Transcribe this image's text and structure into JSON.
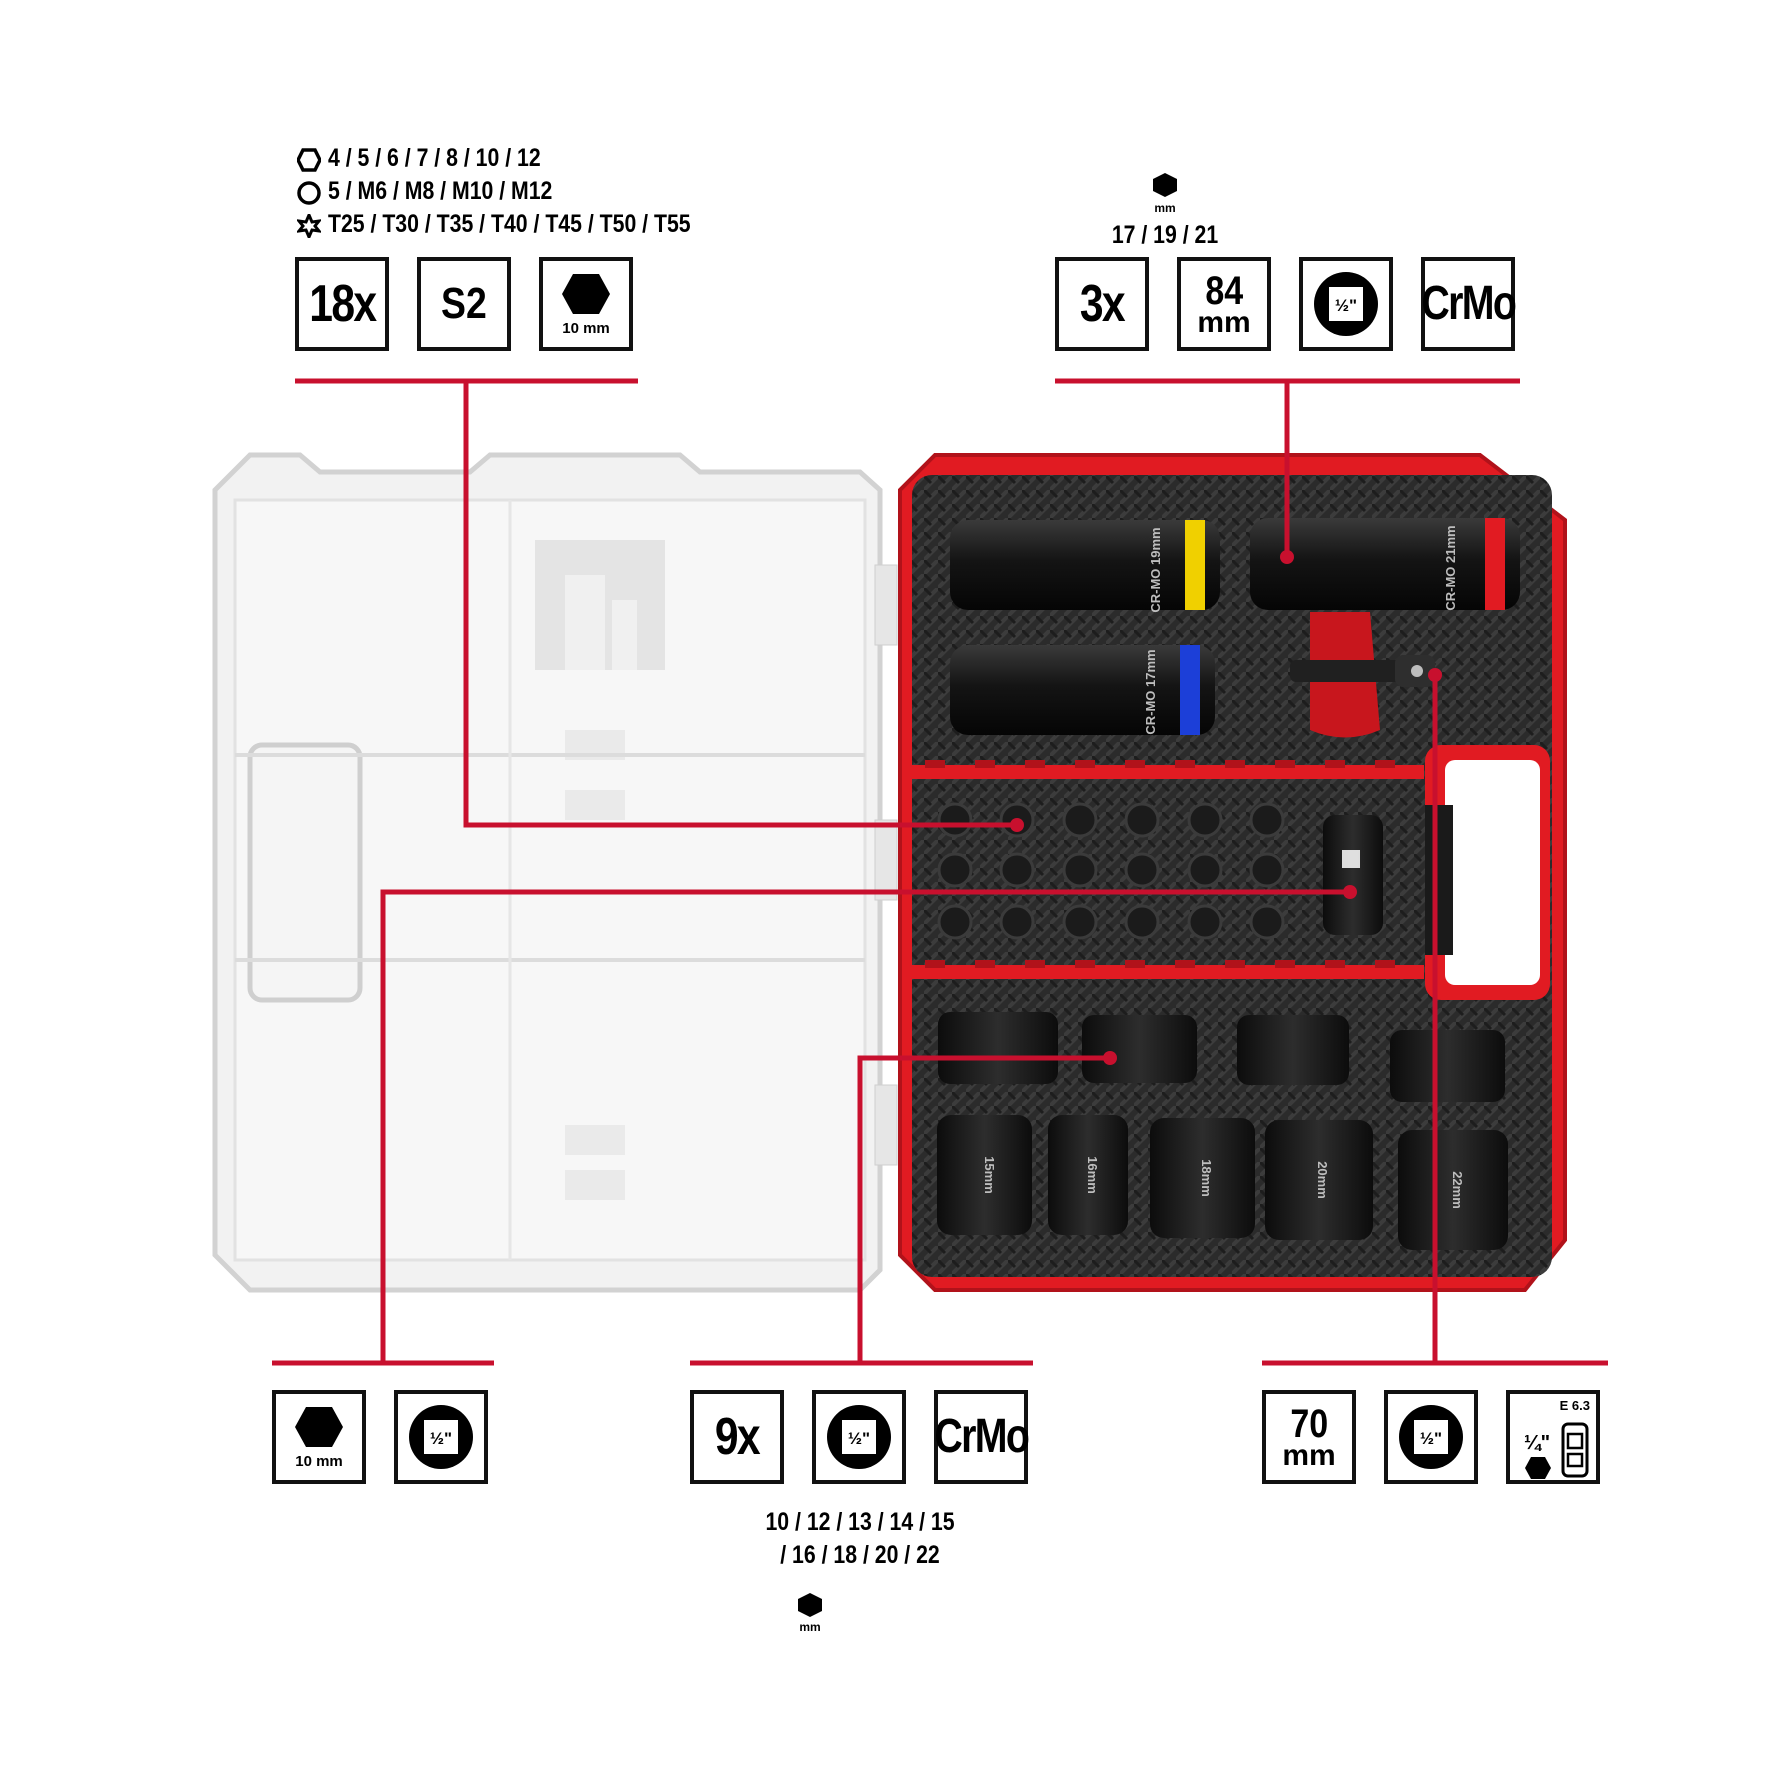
{
  "top_left": {
    "bit_sizes": [
      {
        "icon": "hex-outline-icon",
        "text": "4 / 5 / 6 / 7 / 8 / 10 / 12"
      },
      {
        "icon": "spline-outline-icon",
        "text": "5 / M6 / M8 / M10 / M12"
      },
      {
        "icon": "torx-outline-icon",
        "text": "T25 / T30 / T35 / T40 / T45 / T50 / T55"
      }
    ],
    "count": "18x",
    "material": "S2",
    "hex_size": "10 mm"
  },
  "top_right": {
    "unit": "mm",
    "sizes": "17 / 19 / 21",
    "count": "3x",
    "length_value": "84",
    "length_unit": "mm",
    "drive": "½\"",
    "material": "CrMo"
  },
  "bottom_left": {
    "hex_size": "10 mm",
    "drive": "½\""
  },
  "bottom_center": {
    "count": "9x",
    "drive": "½\"",
    "material": "CrMo",
    "sizes_line1": "10 / 12 / 13 / 14 / 15",
    "sizes_line2": "/ 16 / 18 / 20 / 22",
    "unit": "mm"
  },
  "bottom_right": {
    "length_value": "70",
    "length_unit": "mm",
    "drive": "½\"",
    "bit_standard": "E 6.3",
    "bit_drive": "¼\""
  },
  "case": {
    "long_sockets": [
      {
        "label": "CR-MO 19mm",
        "ring_color": "#f0d000"
      },
      {
        "label": "CR-MO 21mm",
        "ring_color": "#e11b22"
      },
      {
        "label": "CR-MO 17mm",
        "ring_color": "#1c3fd8"
      }
    ],
    "short_sockets_bottom": [
      "15mm",
      "16mm",
      "18mm",
      "20mm",
      "22mm"
    ]
  },
  "colors": {
    "accent": "#c8102e",
    "case_red": "#e11b22",
    "foam": "#2a2a2a"
  }
}
